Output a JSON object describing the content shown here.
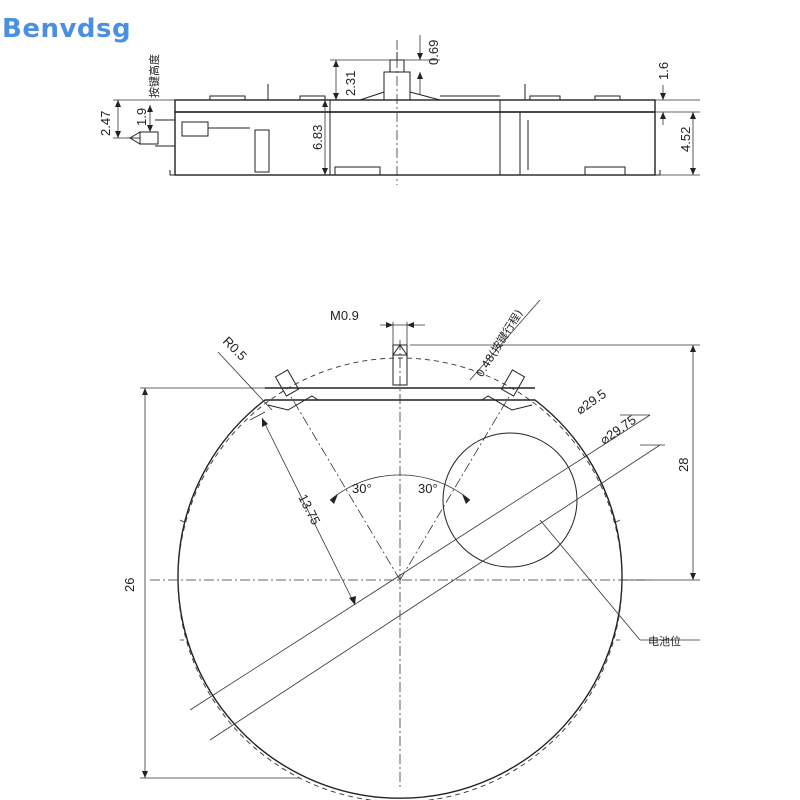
{
  "brand": {
    "text": "Benvdsg",
    "color": "#4a90e2"
  },
  "side_view": {
    "dims": {
      "d247": "2.47",
      "d19": "1.9",
      "key_height": "按键高度",
      "d231": "2.31",
      "d069": "0.69",
      "d683": "6.83",
      "d16": "1.6",
      "d452": "4.52"
    }
  },
  "top_view": {
    "dims": {
      "m09": "M0.9",
      "r05": "R0.5",
      "d048": "0.48(按键行程)",
      "phi295": "⌀29.5",
      "phi2975": "⌀29.75",
      "d1375": "13.75",
      "ang_left": "30°",
      "ang_right": "30°",
      "d26": "26",
      "d28": "28",
      "battery": "电池位"
    }
  }
}
